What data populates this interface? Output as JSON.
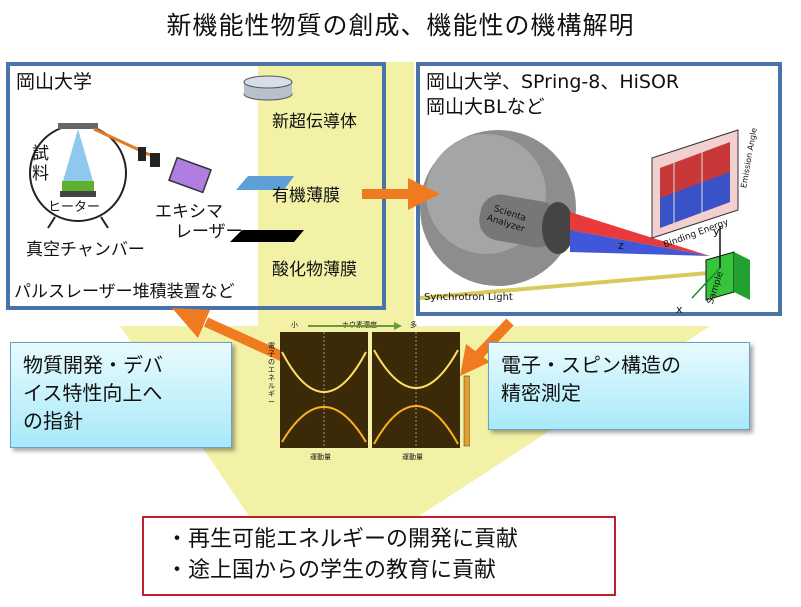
{
  "title": "新機能性物質の創成、機能性の機構解明",
  "left_panel": {
    "header": "岡山大学",
    "sample_label": "試料",
    "heater_label": "ヒーター",
    "laser_label_1": "エキシマ",
    "laser_label_2": "レーザー",
    "chamber_label": "真空チャンバー",
    "material_1": "新超伝導体",
    "material_2": "有機薄膜",
    "material_3": "酸化物薄膜",
    "footer": "パルスレーザー堆積装置など"
  },
  "right_panel": {
    "header_line1": "岡山大学、SPring-8、HiSOR",
    "header_line2": "岡山大BLなど",
    "analyzer_label_1": "Scienta",
    "analyzer_label_2": "Analyzer",
    "sync_label": "Synchrotron Light",
    "emission_label": "Emission Angle",
    "binding_label": "Binding Energy",
    "sample_label": "Sample",
    "axis_y": "y",
    "axis_z": "z",
    "axis_x": "x"
  },
  "left_callout": {
    "line1": "物質開発・デバ",
    "line2": "イス特性向上へ",
    "line3": "の指針"
  },
  "right_callout": {
    "line1": "電子・スピン構造の",
    "line2": "精密測定"
  },
  "center_plot": {
    "top_label_left": "小",
    "top_label_mid": "ホウ素濃度",
    "top_label_right": "多",
    "ylabel": "電子のエネルギー",
    "xlabel_left": "運動量",
    "xlabel_right": "運動量"
  },
  "bottom_box": {
    "line1": "・再生可能エネルギーの開発に貢献",
    "line2": "・途上国からの学生の教育に貢献"
  },
  "colors": {
    "panel_border": "#4a73a8",
    "arrow": "#f07a20",
    "funnel": "#f3f1a6",
    "bottom_border": "#c0202a"
  }
}
